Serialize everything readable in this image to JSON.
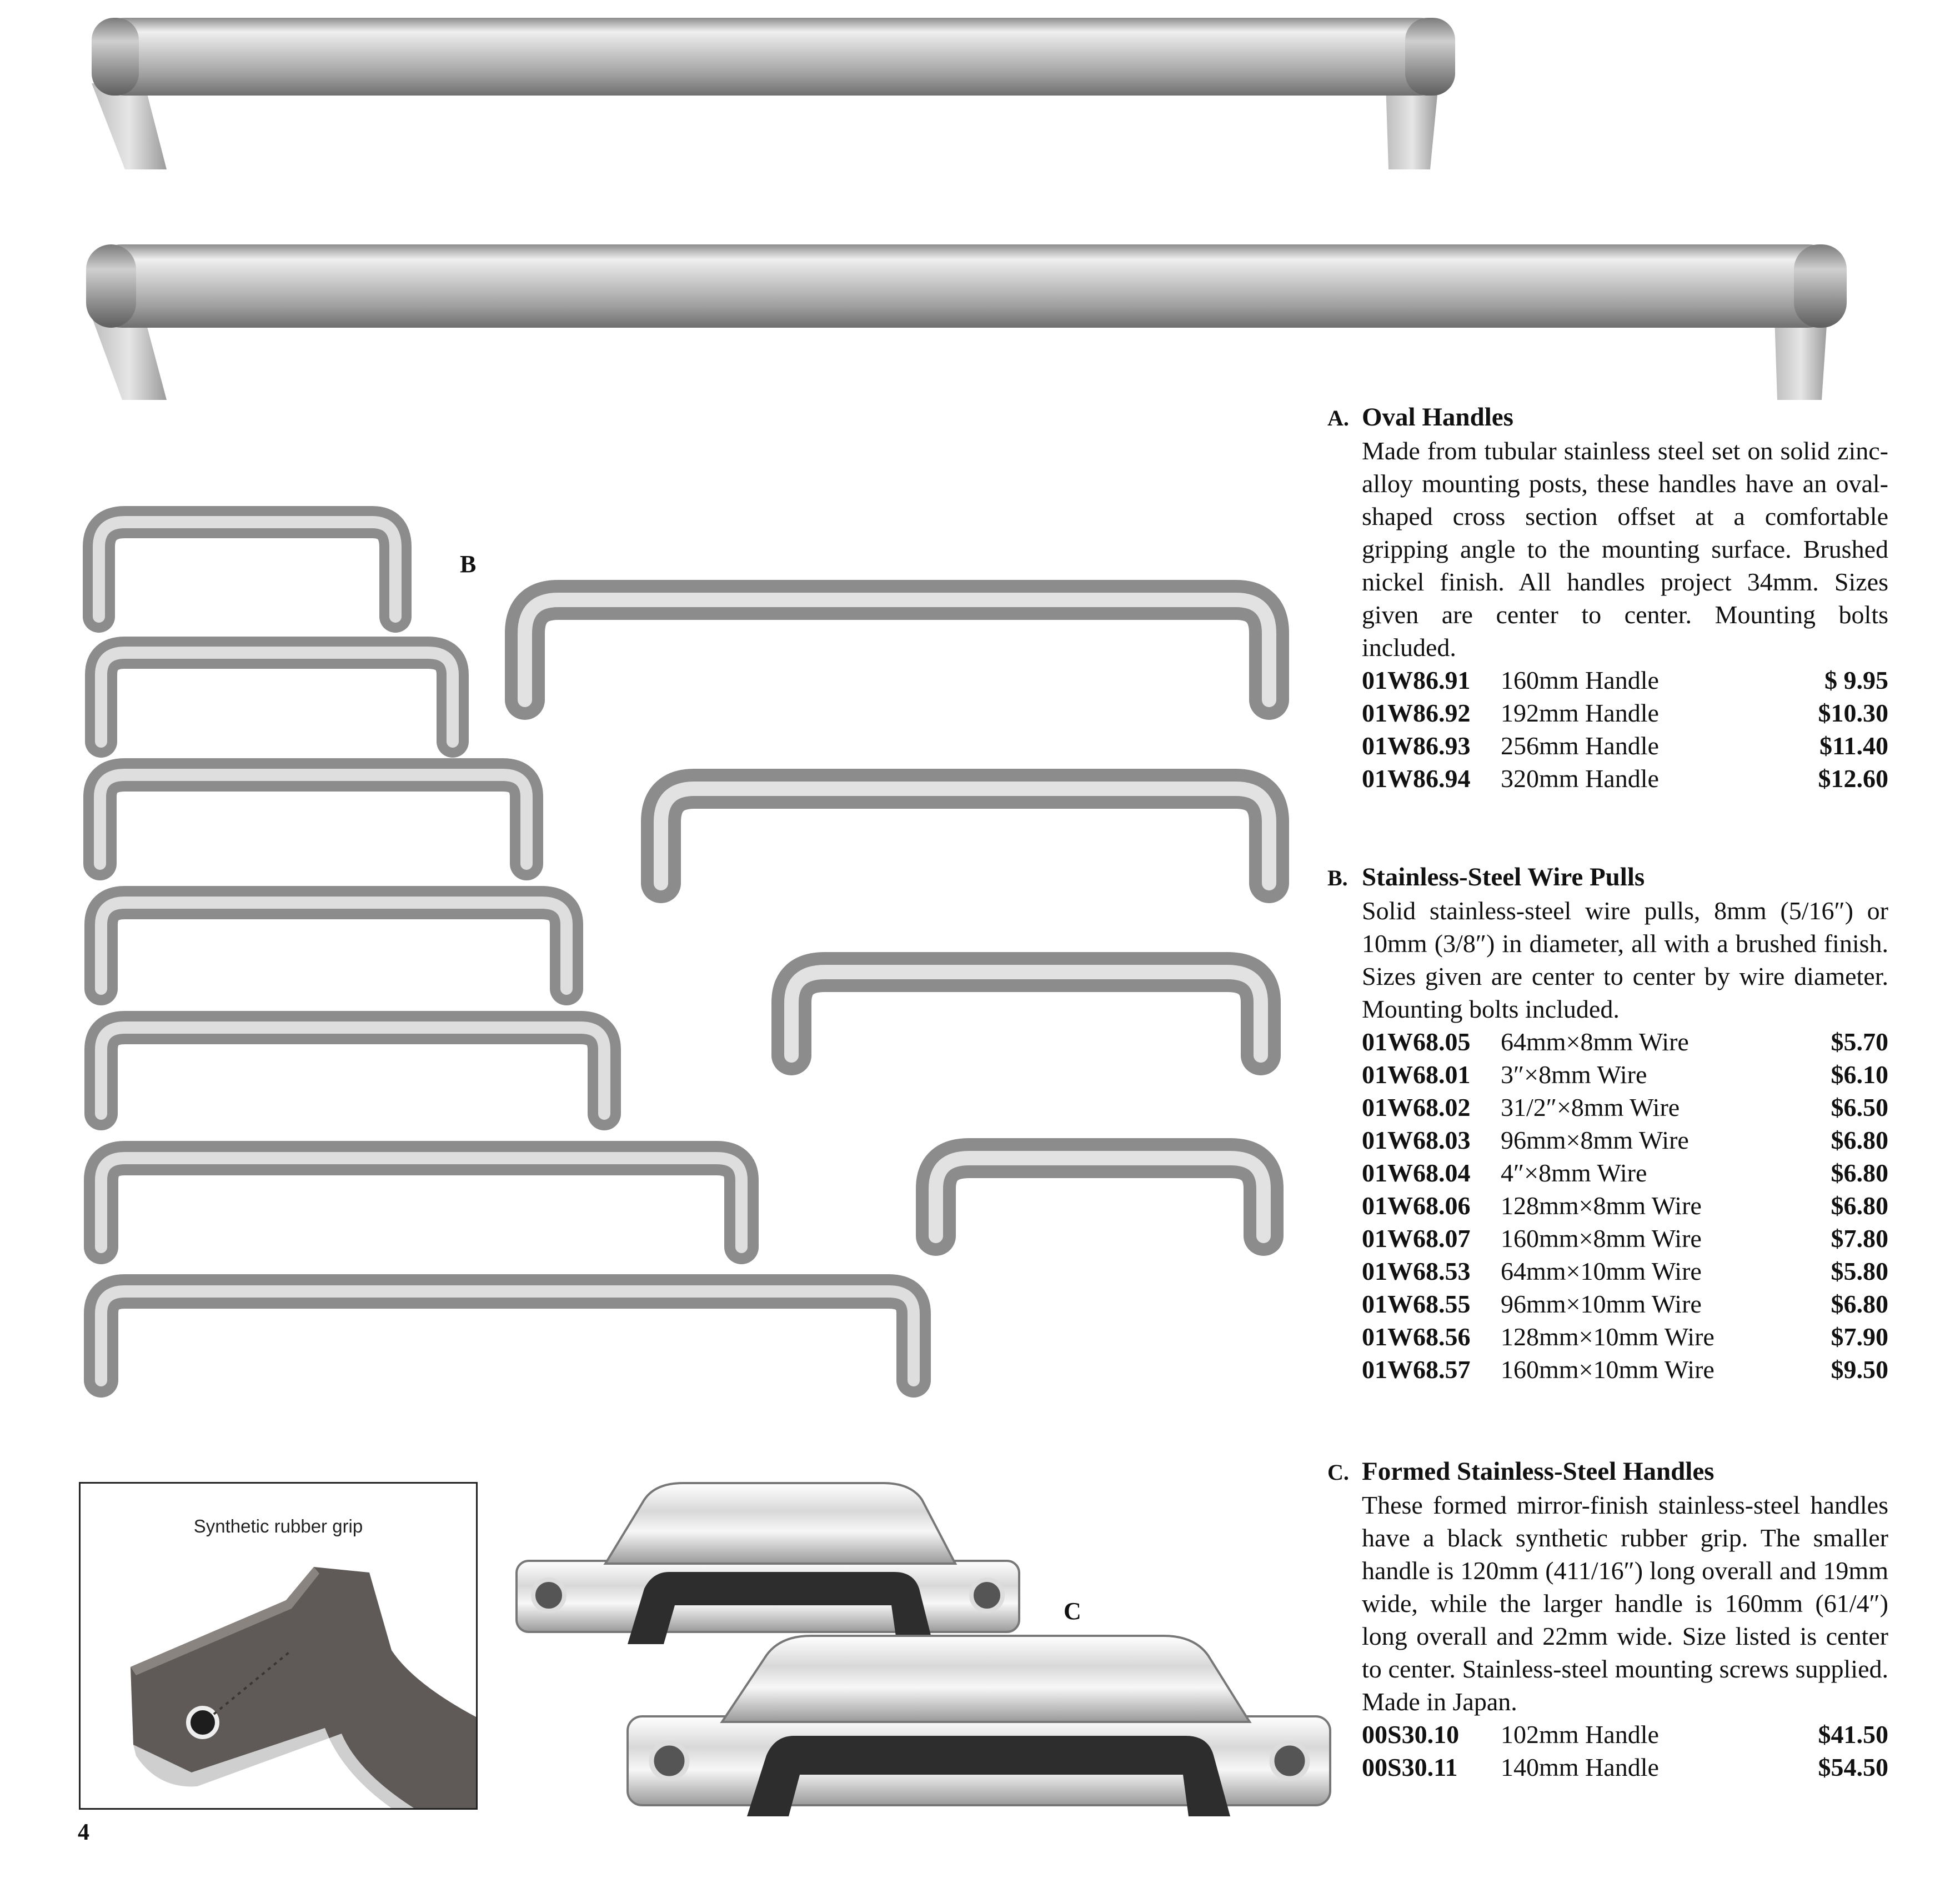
{
  "sections": [
    {
      "letter": "A.",
      "title": "Oval Handles",
      "description": "Made from tubular stainless steel set on solid zinc-alloy mounting posts, these handles have an oval-shaped cross section offset at a comfortable gripping angle to the mounting surface. Brushed nickel finish. All handles project 34mm. Sizes given are center to center. Mounting bolts included.",
      "items": [
        {
          "sku": "01W86.91",
          "name": "160mm Handle",
          "price": "$ 9.95"
        },
        {
          "sku": "01W86.92",
          "name": "192mm Handle",
          "price": "$10.30"
        },
        {
          "sku": "01W86.93",
          "name": "256mm Handle",
          "price": "$11.40"
        },
        {
          "sku": "01W86.94",
          "name": "320mm Handle",
          "price": "$12.60"
        }
      ]
    },
    {
      "letter": "B.",
      "title": "Stainless-Steel Wire Pulls",
      "description": "Solid stainless-steel wire pulls, 8mm (5/16″) or 10mm (3/8″) in diameter, all with a brushed finish. Sizes given are center to center by wire diameter. Mounting bolts included.",
      "items": [
        {
          "sku": "01W68.05",
          "name": "64mm×8mm Wire",
          "price": "$5.70"
        },
        {
          "sku": "01W68.01",
          "name": "3″×8mm Wire",
          "price": "$6.10"
        },
        {
          "sku": "01W68.02",
          "name": "31/2″×8mm Wire",
          "price": "$6.50"
        },
        {
          "sku": "01W68.03",
          "name": "96mm×8mm Wire",
          "price": "$6.80"
        },
        {
          "sku": "01W68.04",
          "name": "4″×8mm Wire",
          "price": "$6.80"
        },
        {
          "sku": "01W68.06",
          "name": "128mm×8mm Wire",
          "price": "$6.80"
        },
        {
          "sku": "01W68.07",
          "name": "160mm×8mm Wire",
          "price": "$7.80"
        },
        {
          "sku": "01W68.53",
          "name": "64mm×10mm Wire",
          "price": "$5.80"
        },
        {
          "sku": "01W68.55",
          "name": "96mm×10mm Wire",
          "price": "$6.80"
        },
        {
          "sku": "01W68.56",
          "name": "128mm×10mm Wire",
          "price": "$7.90"
        },
        {
          "sku": "01W68.57",
          "name": "160mm×10mm Wire",
          "price": "$9.50"
        }
      ]
    },
    {
      "letter": "C.",
      "title": "Formed Stainless-Steel Handles",
      "description": "These formed mirror-finish stainless-steel handles have a black synthetic rubber grip. The smaller handle is 120mm (411/16″) long overall and 19mm wide, while the larger handle is 160mm (61/4″) long overall and 22mm wide. Size listed is center to center. Stainless-steel mounting screws supplied. Made in Japan.",
      "items": [
        {
          "sku": "00S30.10",
          "name": "102mm Handle",
          "price": "$41.50"
        },
        {
          "sku": "00S30.11",
          "name": "140mm Handle",
          "price": "$54.50"
        }
      ]
    }
  ],
  "figure_labels": {
    "b": "B",
    "c": "C"
  },
  "inset": {
    "label": "Synthetic rubber grip"
  },
  "page_number": "4",
  "colors": {
    "steel_light": "#e4e4e4",
    "steel_mid": "#b9b9b9",
    "steel_dark": "#8a8a8a",
    "rubber": "#333333",
    "text": "#111111"
  }
}
